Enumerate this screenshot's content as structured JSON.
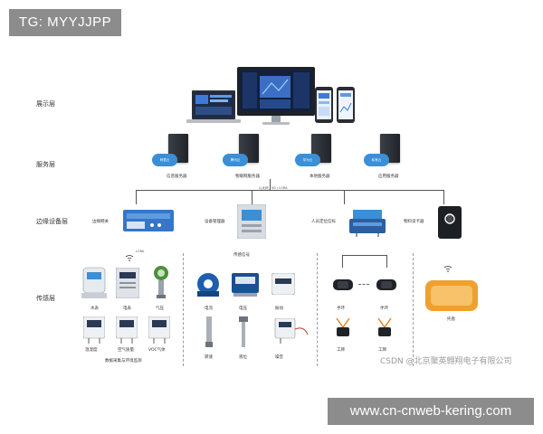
{
  "watermarks": {
    "top": "TG: MYYJJPP",
    "bottom": "www.cn-cnweb-kering.com",
    "csdn": "CSDN @北京聚英翱翔电子有限公司"
  },
  "layers": {
    "display": "展示层",
    "service": "服务层",
    "edge": "边缘设备层",
    "sensor": "传感层"
  },
  "servers": [
    {
      "label": "信息服务器",
      "cloud": "阿里云"
    },
    {
      "label": "物联网服务器",
      "cloud": "腾讯云"
    },
    {
      "label": "本地服务器",
      "cloud": "华为云"
    },
    {
      "label": "应用服务器",
      "cloud": "私有云"
    }
  ],
  "network_label": "以太网 / 4G / LORA",
  "edge_devices": [
    {
      "label": "边缘网关"
    },
    {
      "label": "设备管理器"
    },
    {
      "label": "人员定位信标"
    },
    {
      "label": "物料读卡器"
    }
  ],
  "sensor_groups": {
    "g1": {
      "items": [
        "水表",
        "电表",
        "气压",
        "温湿度",
        "空气质量",
        "VOC气体"
      ],
      "caption": "数据采集与环境监测",
      "lora": "LORA"
    },
    "g2": {
      "items": [
        "电流",
        "电压",
        "振动",
        "转速",
        "液位",
        "噪音"
      ],
      "caption": "传感信号"
    },
    "g3": {
      "items": [
        "手环",
        "手环",
        "工牌",
        "工牌"
      ]
    },
    "g4": {
      "items": [
        "托盘"
      ]
    }
  },
  "colors": {
    "watermark_bg": "#8c8c8c",
    "cloud_blue": "#3a8fd6",
    "tray_orange": "#f0a030"
  }
}
